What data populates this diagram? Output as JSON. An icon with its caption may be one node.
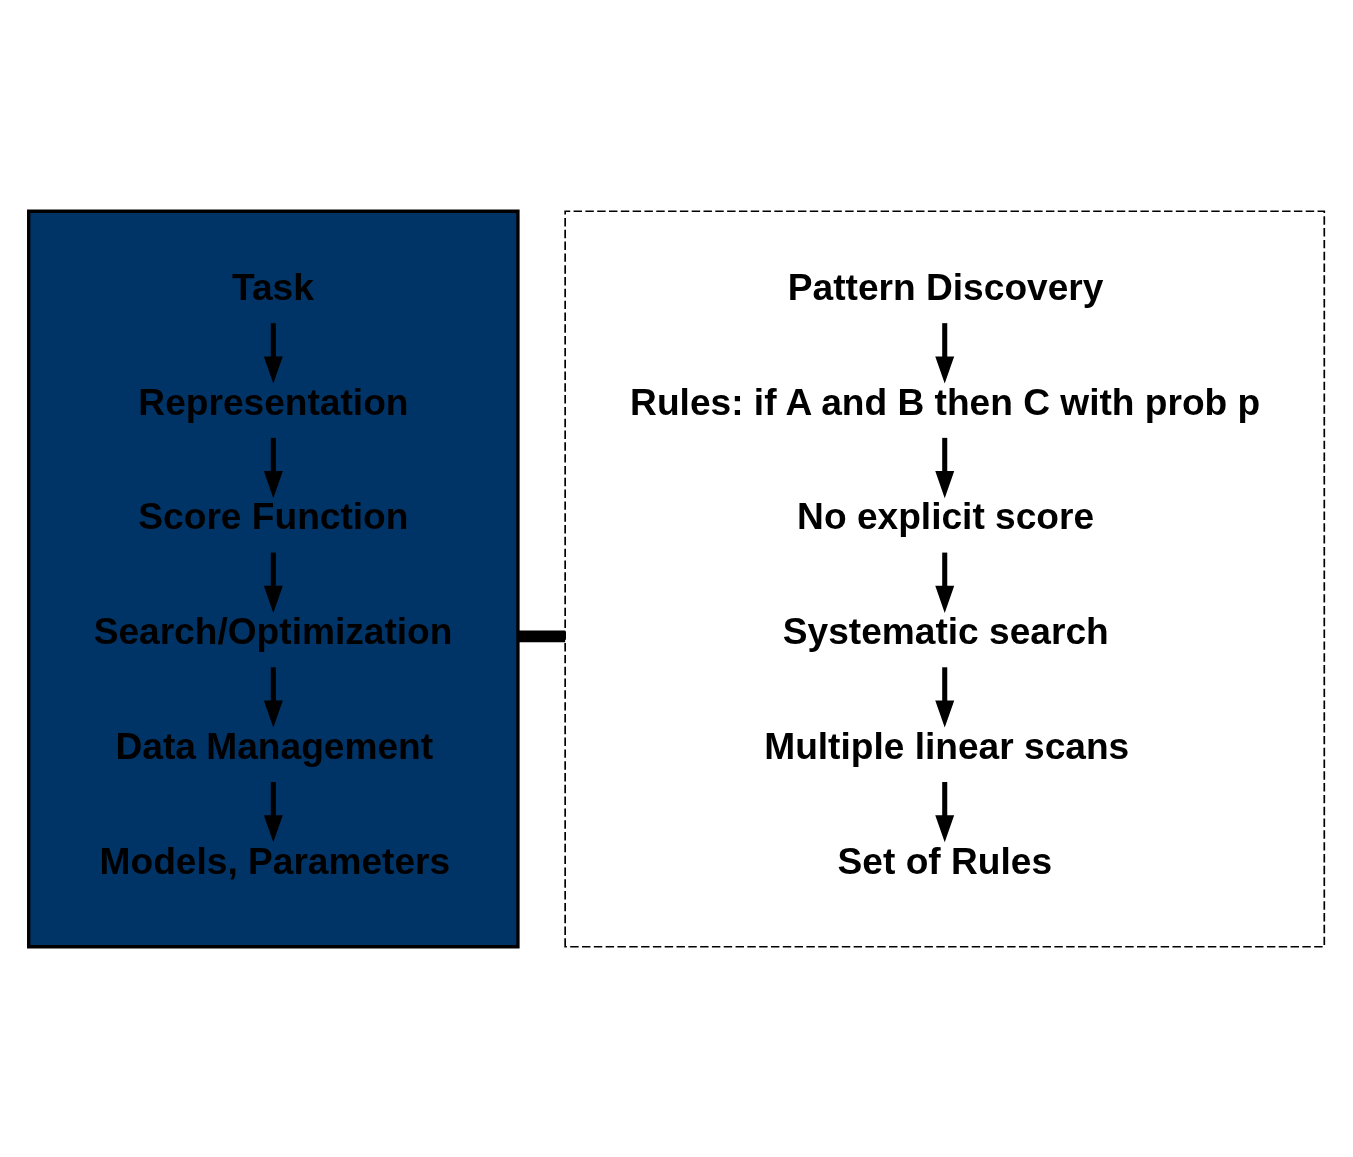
{
  "diagram": {
    "nodes": [
      {
        "text": [],
        "shape": "box"
      },
      {
        "text": [
          "Task"
        ],
        "in": 0
      },
      {
        "text": [
          "Representation"
        ],
        "in": 0
      },
      {
        "text": [
          "Score Function"
        ],
        "in": 0
      },
      {
        "text": [
          "Search/Optimization"
        ],
        "in": 0
      },
      {
        "text": [
          "Data Management"
        ],
        "in": 0
      },
      {
        "text": [
          "Models, Parameters"
        ],
        "in": 0
      },
      {
        "text": [],
        "shape": "box"
      },
      {
        "text": [
          "Pattern Discovery"
        ],
        "in": 7
      },
      {
        "text": [
          "Rules: if A and B then C with prob p"
        ],
        "in": 7
      },
      {
        "text": [
          "No explicit score"
        ],
        "in": 7
      },
      {
        "text": [
          "Systematic search"
        ],
        "in": 7
      },
      {
        "text": [
          "Multiple linear scans"
        ],
        "in": 7
      },
      {
        "text": [
          "Set of Rules"
        ],
        "in": 7
      }
    ],
    "edges": [
      {
        "from": 1,
        "to": 2,
        "arrow": "to"
      },
      {
        "from": 2,
        "to": 3,
        "arrow": "to"
      },
      {
        "from": 3,
        "to": 4,
        "arrow": "to"
      },
      {
        "from": 4,
        "to": 5,
        "arrow": "to"
      },
      {
        "from": 5,
        "to": 6,
        "arrow": "to"
      },
      {
        "from": 8,
        "to": 9,
        "arrow": "to"
      },
      {
        "from": 9,
        "to": 10,
        "arrow": "to"
      },
      {
        "from": 10,
        "to": 11,
        "arrow": "to"
      },
      {
        "from": 11,
        "to": 12,
        "arrow": "to"
      },
      {
        "from": 12,
        "to": 13,
        "arrow": "to"
      },
      {
        "from": 0,
        "to": 7,
        "arrow": "none",
        "style": "thick"
      }
    ]
  }
}
